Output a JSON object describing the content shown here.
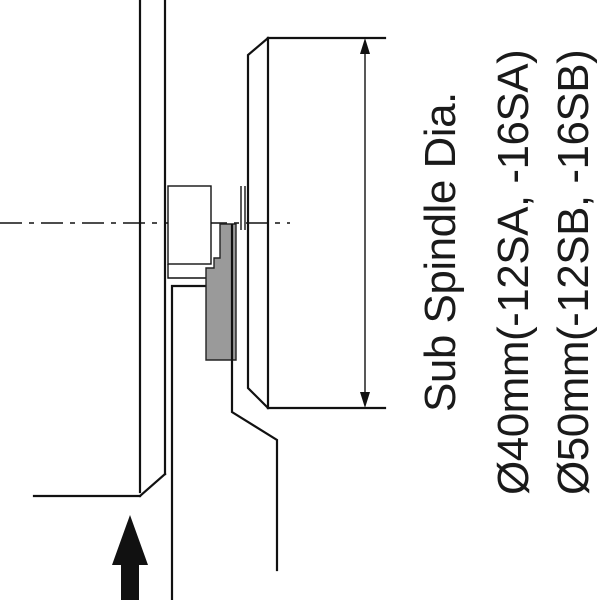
{
  "labels": {
    "title": "Sub Spindle Dia.",
    "line1": "Ø40mm(-12SA, -16SA)",
    "line2": "Ø50mm(-12SB, -16SB)"
  },
  "colors": {
    "line": "#111111",
    "fill_part": "#9a9a9a",
    "background": "#ffffff"
  }
}
